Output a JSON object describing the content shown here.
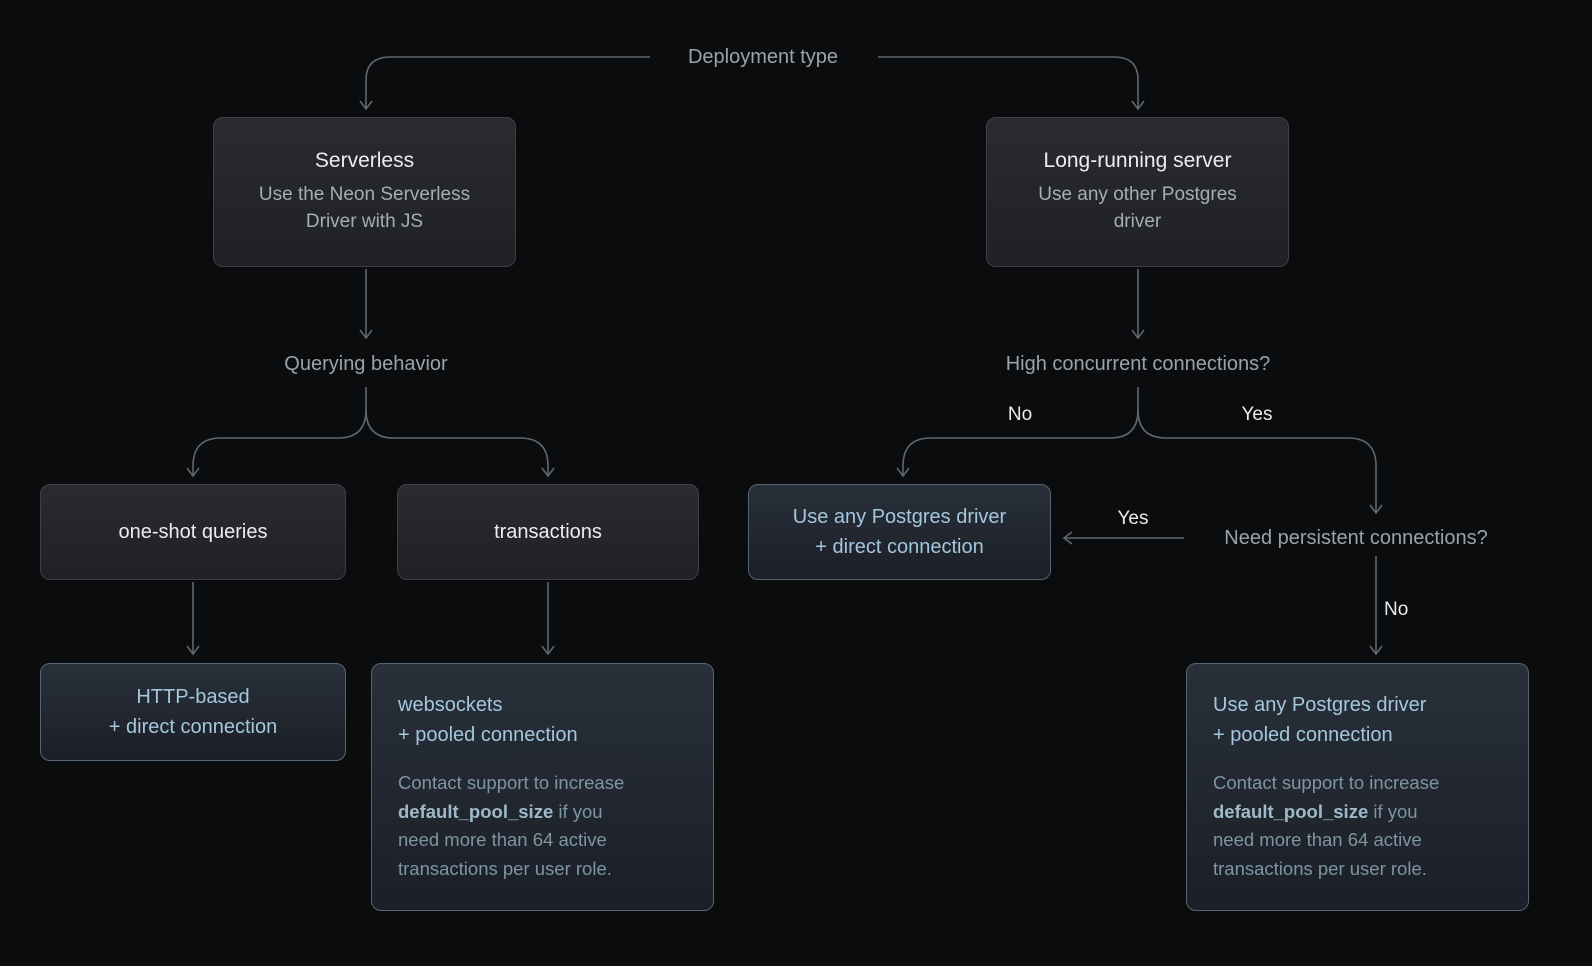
{
  "theme": {
    "bg": "#0b0c0d",
    "box_bg_top": "#292b2f",
    "box_bg_bottom": "#1f2125",
    "box_border": "#3d4147",
    "hl_bg_top": "#29303a",
    "hl_bg_bottom": "#1b1f27",
    "hl_border": "#566573",
    "title_text": "#ebedee",
    "sub_text": "#a6adb5",
    "label_text": "#9aa3ac",
    "edge_text": "#e9ecee",
    "hl_text": "#a4c7dd",
    "note_text": "#7d95a4",
    "note_bold": "#9fb9c8",
    "arrow": "#5f676f"
  },
  "root_label": "Deployment type",
  "nodes": {
    "serverless": {
      "title": "Serverless",
      "subtitle": "Use the Neon Serverless\nDriver with JS"
    },
    "long_running": {
      "title": "Long-running server",
      "subtitle": "Use any other Postgres\ndriver"
    },
    "one_shot": {
      "label": "one-shot queries"
    },
    "transactions_node": {
      "label": "transactions"
    },
    "http_based": {
      "text": "HTTP-based\n+ direct connection"
    },
    "websockets": {
      "text": "websockets\n+ pooled connection",
      "note_pre": "Contact support to increase\n",
      "note_bold": "default_pool_size",
      "note_post": " if you\nneed more than 64 active\ntransactions per user role."
    },
    "any_direct": {
      "text": "Use any Postgres driver\n+ direct connection"
    },
    "any_pooled": {
      "text": "Use any Postgres driver\n+ pooled connection",
      "note_pre": "Contact support to increase\n",
      "note_bold": "default_pool_size",
      "note_post": " if you\nneed more than 64 active\ntransactions per user role."
    }
  },
  "decisions": {
    "querying_behavior": "Querying behavior",
    "high_concurrent": "High concurrent connections?",
    "need_persistent": "Need persistent connections?"
  },
  "edge_labels": {
    "hc_no": "No",
    "hc_yes": "Yes",
    "np_yes": "Yes",
    "np_no": "No"
  }
}
